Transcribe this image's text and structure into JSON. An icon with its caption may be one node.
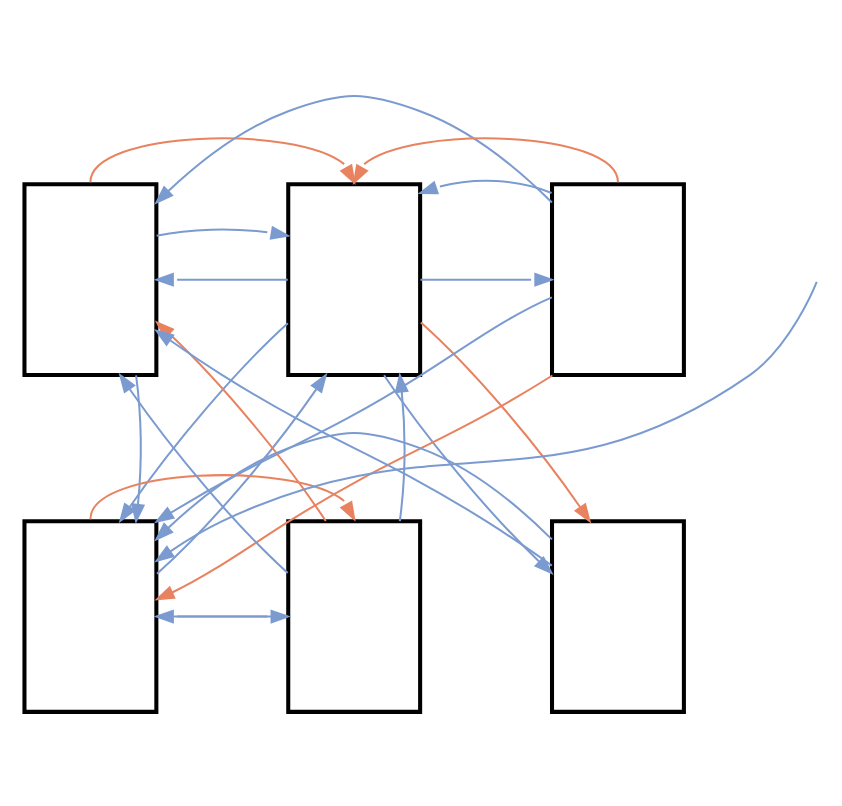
{
  "diagram": {
    "nodes": [
      {
        "text": [],
        "shape": "box"
      },
      {
        "text": [],
        "shape": "box"
      },
      {
        "text": [],
        "shape": "box"
      },
      {
        "text": [],
        "shape": "box"
      },
      {
        "text": [],
        "shape": "box"
      },
      {
        "text": [],
        "shape": "box"
      }
    ],
    "edges": [
      {
        "from": 0,
        "to": 1,
        "arrow": "to"
      },
      {
        "from": 0,
        "to": 3,
        "arrow": "to"
      },
      {
        "from": 1,
        "to": 0,
        "arrow": "to"
      },
      {
        "from": 1,
        "to": 2,
        "arrow": "to"
      },
      {
        "from": 1,
        "to": 3,
        "arrow": "to"
      },
      {
        "from": 1,
        "to": 5,
        "arrow": "to"
      },
      {
        "from": 2,
        "to": 0,
        "arrow": "to"
      },
      {
        "from": 2,
        "to": 1,
        "arrow": "to"
      },
      {
        "from": 2,
        "to": 3,
        "arrow": "to"
      },
      {
        "from": 3,
        "to": 1,
        "arrow": "to"
      },
      {
        "from": 3,
        "to": 4,
        "arrow": "to"
      },
      {
        "from": 4,
        "to": 3,
        "arrow": "to"
      },
      {
        "from": 4,
        "to": 1,
        "arrow": "to"
      },
      {
        "from": 4,
        "to": 0,
        "arrow": "to"
      },
      {
        "from": 5,
        "to": 0,
        "arrow": "to"
      },
      {
        "from": 5,
        "to": 3,
        "arrow": "to"
      },
      {
        "from": null,
        "to": 3,
        "arrow": "to"
      },
      {
        "from": 0,
        "to": 1,
        "arrow": "to",
        "color": "#e8825f"
      },
      {
        "from": 2,
        "to": 1,
        "arrow": "to",
        "color": "#e8825f"
      },
      {
        "from": 4,
        "to": 0,
        "arrow": "to",
        "color": "#e8825f"
      },
      {
        "from": 1,
        "to": 5,
        "arrow": "to",
        "color": "#e8825f"
      },
      {
        "from": 2,
        "to": 3,
        "arrow": "to",
        "color": "#e8825f"
      },
      {
        "from": 3,
        "to": 4,
        "arrow": "to",
        "color": "#e8825f"
      }
    ]
  }
}
